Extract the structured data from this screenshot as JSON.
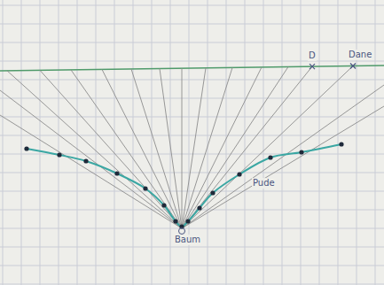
{
  "diagram": {
    "labels": [
      "D",
      "Dane",
      "Pude",
      "Baum"
    ]
  }
}
